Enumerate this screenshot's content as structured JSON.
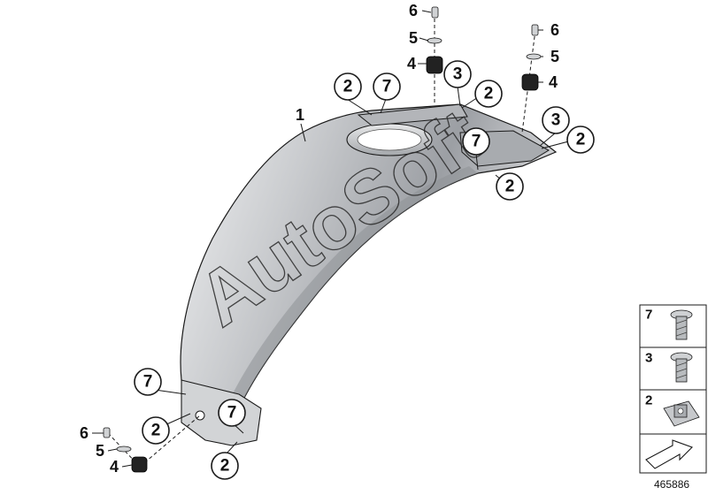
{
  "diagram": {
    "watermark": "AutoSoft",
    "reference_number": "465886",
    "callouts": {
      "tank_cover": "1",
      "nut": "2",
      "screw": "3",
      "rubber_mount": "4",
      "washer": "5",
      "pin": "6",
      "torx_screw": "7"
    },
    "legend": [
      {
        "number": "7",
        "icon": "torx-screw-icon"
      },
      {
        "number": "3",
        "icon": "screw-icon"
      },
      {
        "number": "2",
        "icon": "speed-nut-icon"
      },
      {
        "number": "",
        "icon": "arrow-icon"
      }
    ],
    "colors": {
      "part_fill": "#c4c6c9",
      "part_dark": "#8c8f94",
      "line": "#1a1a1a"
    }
  }
}
